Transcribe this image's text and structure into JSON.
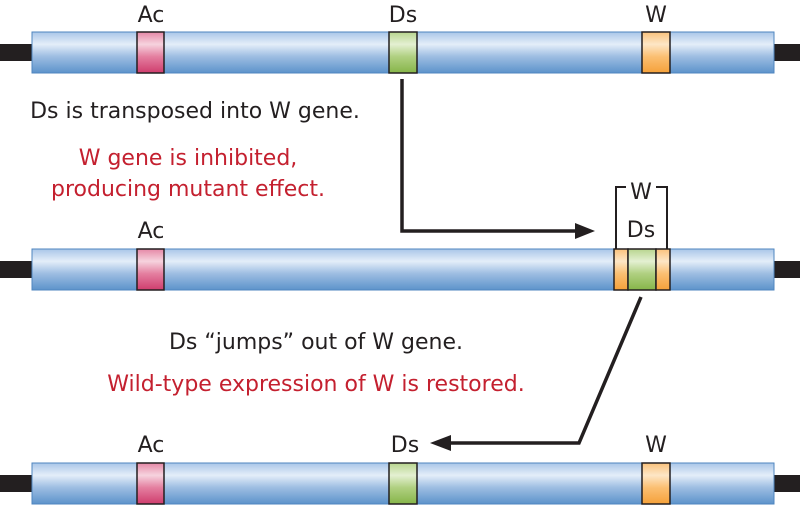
{
  "colors": {
    "chromosome": "#7fa9d8",
    "Ac": "#d9527f",
    "Ds": "#97c25a",
    "W": "#f8ac46",
    "text": "#231f20",
    "highlight_text": "#c4202f",
    "stub": "#231f20"
  },
  "chromosome_top": {
    "labels": {
      "ac": "Ac",
      "ds": "Ds",
      "w": "W"
    }
  },
  "step1": {
    "caption": "Ds is transposed into W gene.",
    "effect_line1": "W gene is inhibited,",
    "effect_line2": "producing mutant effect."
  },
  "chromosome_middle": {
    "labels": {
      "ac": "Ac",
      "w_bracket": "W",
      "ds": "Ds"
    }
  },
  "step2": {
    "caption": "Ds “jumps” out of W gene.",
    "effect": "Wild-type expression of W is restored."
  },
  "chromosome_bottom": {
    "labels": {
      "ac": "Ac",
      "ds": "Ds",
      "w": "W"
    }
  }
}
